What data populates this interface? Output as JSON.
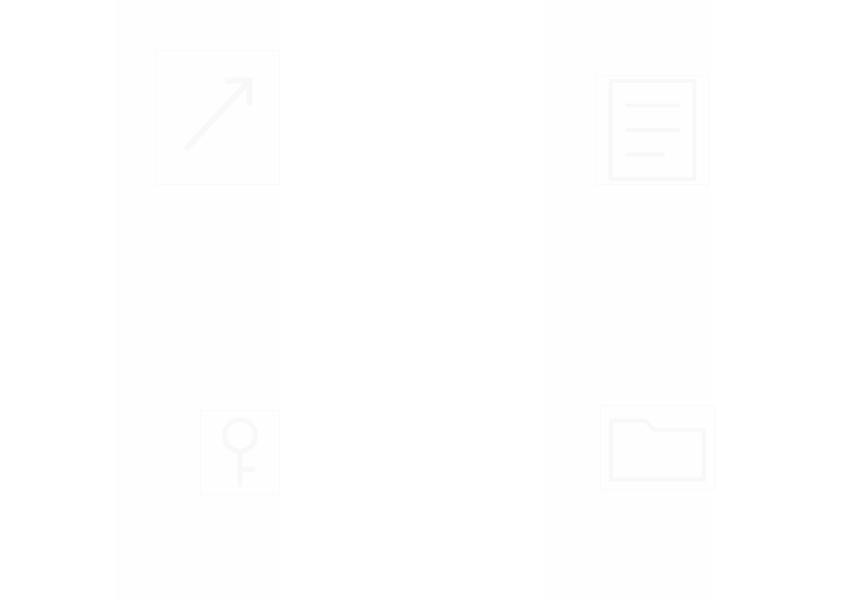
{
  "tiles": [
    {
      "id": "top-left",
      "label": "",
      "icon": "arrow-icon"
    },
    {
      "id": "top-right",
      "label": "",
      "icon": "document-icon"
    },
    {
      "id": "bottom-left",
      "label": "",
      "icon": "key-icon"
    },
    {
      "id": "bottom-right",
      "label": "",
      "icon": "folder-icon"
    }
  ],
  "colors": {
    "background": "#ffffff",
    "faint": "#f9f9f9"
  }
}
